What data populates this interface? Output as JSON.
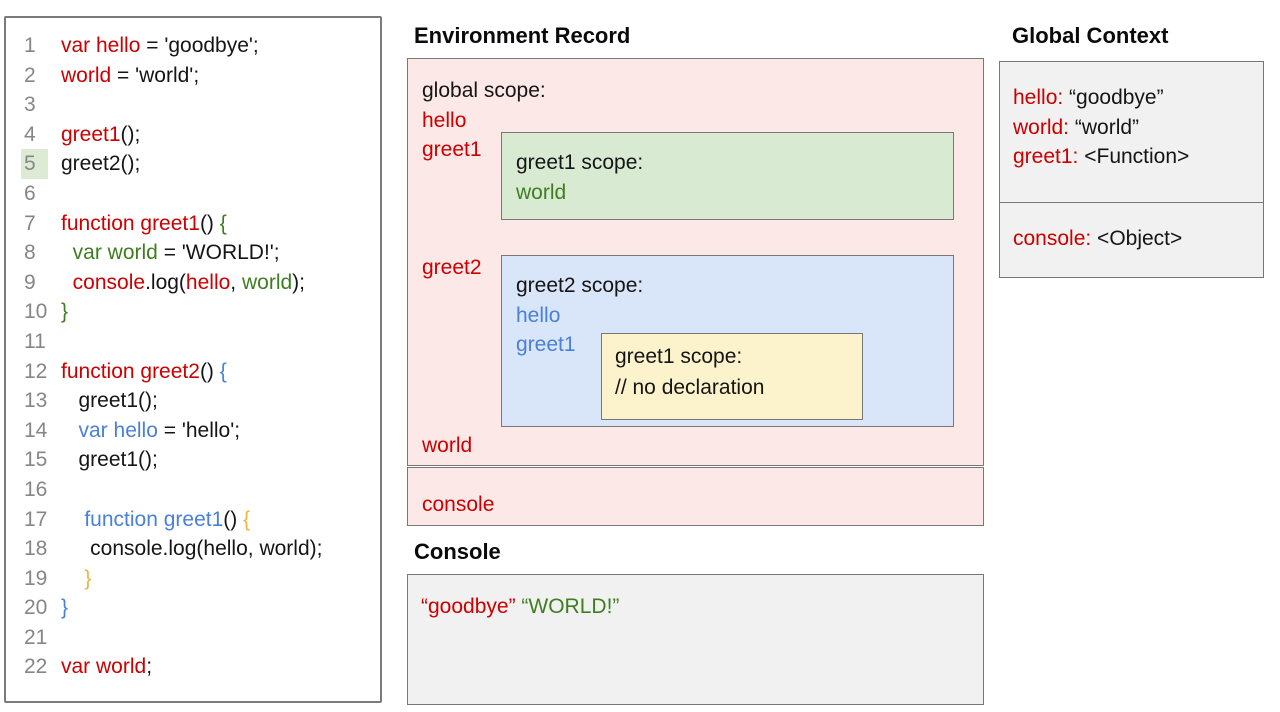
{
  "colors": {
    "red": "#cc0000",
    "green": "#3f7d20",
    "blue": "#4a80d8",
    "yellow": "#ecb53c",
    "black": "#151515",
    "gray": "#868686",
    "pink_fill": "#fce9e7",
    "green_fill": "#d9ead3",
    "blue_fill": "#d9e5f8",
    "yellow_fill": "#fcf2cb",
    "gray_fill": "#f1f1f1",
    "line_highlight_fill": "#ddebd4"
  },
  "code_panel": {
    "current_line": 5,
    "lines": [
      {
        "num": "1",
        "segments": [
          {
            "t": "var hello",
            "c": "red"
          },
          {
            "t": " = 'goodbye';",
            "c": "black"
          }
        ]
      },
      {
        "num": "2",
        "segments": [
          {
            "t": "world",
            "c": "red"
          },
          {
            "t": " = 'world';",
            "c": "black"
          }
        ]
      },
      {
        "num": "3",
        "segments": []
      },
      {
        "num": "4",
        "segments": [
          {
            "t": "greet1",
            "c": "red"
          },
          {
            "t": "();",
            "c": "black"
          }
        ]
      },
      {
        "num": "5",
        "highlighted": true,
        "segments": [
          {
            "t": "greet2();",
            "c": "black"
          }
        ]
      },
      {
        "num": "6",
        "segments": []
      },
      {
        "num": "7",
        "segments": [
          {
            "t": "function greet1",
            "c": "red"
          },
          {
            "t": "() ",
            "c": "black"
          },
          {
            "t": "{",
            "c": "green"
          }
        ]
      },
      {
        "num": "8",
        "segments": [
          {
            "t": "  var world",
            "c": "green"
          },
          {
            "t": " = 'WORLD!';",
            "c": "black"
          }
        ]
      },
      {
        "num": "9",
        "segments": [
          {
            "t": "  console",
            "c": "red"
          },
          {
            "t": ".log(",
            "c": "black"
          },
          {
            "t": "hello",
            "c": "red"
          },
          {
            "t": ",",
            "c": "black"
          },
          {
            "t": " world",
            "c": "green"
          },
          {
            "t": ");",
            "c": "black"
          }
        ]
      },
      {
        "num": "10",
        "segments": [
          {
            "t": "}",
            "c": "green"
          }
        ]
      },
      {
        "num": "11",
        "segments": []
      },
      {
        "num": "12",
        "segments": [
          {
            "t": "function greet2",
            "c": "red"
          },
          {
            "t": "() ",
            "c": "black"
          },
          {
            "t": "{",
            "c": "blue"
          }
        ]
      },
      {
        "num": "13",
        "segments": [
          {
            "t": "   greet1();",
            "c": "black"
          }
        ]
      },
      {
        "num": "14",
        "segments": [
          {
            "t": "   var hello",
            "c": "blue"
          },
          {
            "t": " = 'hello';",
            "c": "black"
          }
        ]
      },
      {
        "num": "15",
        "segments": [
          {
            "t": "   greet1();",
            "c": "black"
          }
        ]
      },
      {
        "num": "16",
        "segments": []
      },
      {
        "num": "17",
        "segments": [
          {
            "t": "    function greet1",
            "c": "blue"
          },
          {
            "t": "() ",
            "c": "black"
          },
          {
            "t": "{",
            "c": "yellow"
          }
        ]
      },
      {
        "num": "18",
        "segments": [
          {
            "t": "     console.log(hello, world);",
            "c": "black"
          }
        ]
      },
      {
        "num": "19",
        "segments": [
          {
            "t": "    }",
            "c": "yellow"
          }
        ]
      },
      {
        "num": "20",
        "segments": [
          {
            "t": "}",
            "c": "blue"
          }
        ]
      },
      {
        "num": "21",
        "segments": []
      },
      {
        "num": "22",
        "segments": [
          {
            "t": "var world",
            "c": "red"
          },
          {
            "t": ";",
            "c": "black"
          }
        ]
      }
    ]
  },
  "environment_record": {
    "title": "Environment Record",
    "global_scope": {
      "label": "global scope:",
      "hoisted_vars": [
        {
          "name": "hello",
          "color": "red"
        },
        {
          "name": "greet1",
          "color": "red"
        }
      ],
      "greet2_var": "greet2",
      "world_var": "world",
      "console_var": "console"
    },
    "greet1_scope": {
      "label": "greet1 scope:",
      "vars": [
        {
          "name": "world",
          "color": "green"
        }
      ]
    },
    "greet2_scope": {
      "label": "greet2 scope:",
      "vars": [
        {
          "name": "hello",
          "color": "blue"
        },
        {
          "name": "greet1",
          "color": "blue"
        }
      ]
    },
    "nested_greet1_scope": {
      "label": "greet1 scope:",
      "comment": "// no declaration"
    }
  },
  "global_context": {
    "title": "Global Context",
    "variable_bindings": [
      {
        "name": "hello:",
        "value": " “goodbye”"
      },
      {
        "name": "world:",
        "value": " “world”"
      },
      {
        "name": "greet1:",
        "value": " <Function>"
      }
    ],
    "object_bindings": [
      {
        "name": "console:",
        "value": " <Object>"
      }
    ]
  },
  "console_panel": {
    "title": "Console",
    "output_segments": [
      {
        "t": "“goodbye” ",
        "c": "red"
      },
      {
        "t": "“WORLD!”",
        "c": "green"
      }
    ]
  }
}
